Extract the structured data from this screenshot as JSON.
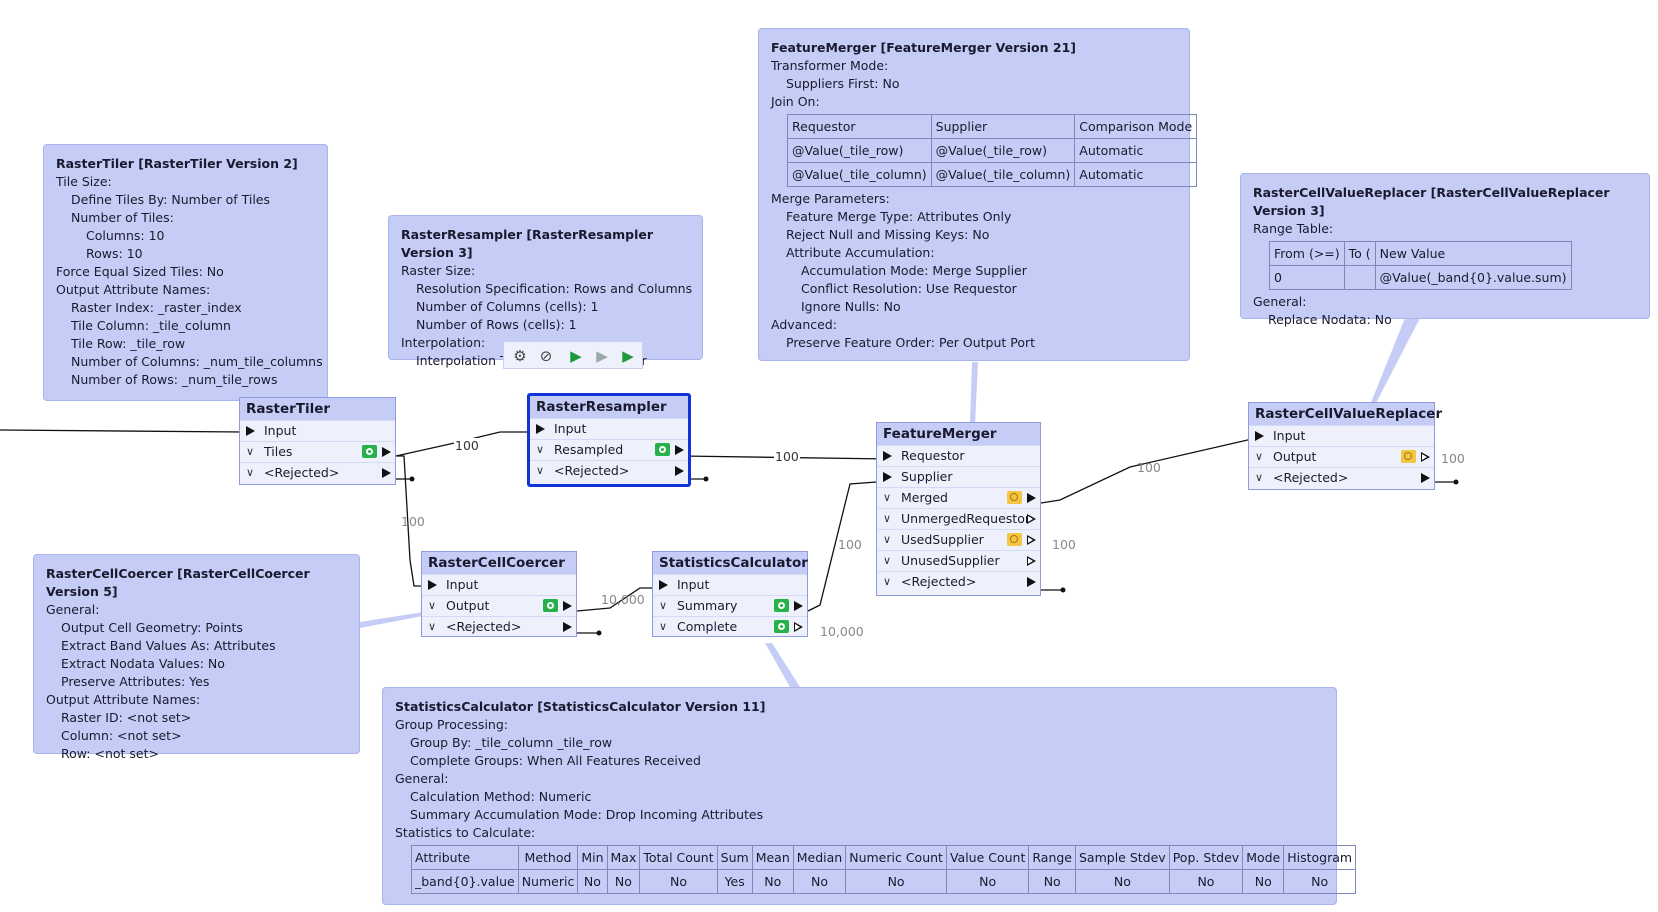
{
  "annotations": {
    "raster_tiler": {
      "title": "RasterTiler [RasterTiler Version 2]",
      "lines": [
        "Tile Size:",
        "Define Tiles By: Number of Tiles",
        "Number of Tiles:",
        "Columns: 10",
        "Rows: 10",
        "Force Equal Sized Tiles: No",
        "Output Attribute Names:",
        "Raster Index: _raster_index",
        "Tile Column: _tile_column",
        "Tile Row: _tile_row",
        "Number of Columns: _num_tile_columns",
        "Number of Rows: _num_tile_rows"
      ]
    },
    "raster_resampler": {
      "title": "RasterResampler [RasterResampler Version 3]",
      "lines": [
        "Raster Size:",
        "Resolution Specification: Rows and Columns",
        "Number of Columns (cells): 1",
        "Number of Rows (cells): 1",
        "Interpolation:",
        "Interpolation Type: Nearest Neighbor"
      ]
    },
    "feature_merger": {
      "title": "FeatureMerger [FeatureMerger Version 21]",
      "lines_top": [
        "Transformer Mode:",
        "Suppliers First: No",
        "Join On:"
      ],
      "table": {
        "headers": [
          "Requestor",
          "Supplier",
          "Comparison Mode"
        ],
        "rows": [
          [
            "@Value(_tile_row)",
            "@Value(_tile_row)",
            "Automatic"
          ],
          [
            "@Value(_tile_column)",
            "@Value(_tile_column)",
            "Automatic"
          ]
        ]
      },
      "lines_bottom": [
        "Merge Parameters:",
        "Feature Merge Type: Attributes Only",
        "Reject Null and Missing Keys: No",
        "Attribute Accumulation:",
        "Accumulation Mode: Merge Supplier",
        "Conflict Resolution: Use Requestor",
        "Ignore Nulls: No",
        "Advanced:",
        "Preserve Feature Order: Per Output Port"
      ]
    },
    "raster_cell_value_replacer": {
      "title": "RasterCellValueReplacer [RasterCellValueReplacer Version 3]",
      "line_top": "Range Table:",
      "table": {
        "headers": [
          "From (>=)",
          "To (",
          "New Value"
        ],
        "rows": [
          [
            "0",
            "",
            "@Value(_band{0}.value.sum)"
          ]
        ]
      },
      "lines_bottom": [
        "General:",
        "Replace Nodata: No"
      ]
    },
    "raster_cell_coercer": {
      "title": "RasterCellCoercer [RasterCellCoercer Version 5]",
      "lines": [
        "General:",
        "Output Cell Geometry: Points",
        "Extract Band Values As: Attributes",
        "Extract Nodata Values: No",
        "Preserve Attributes: Yes",
        "Output Attribute Names:",
        "Raster ID: <not set>",
        "Column: <not set>",
        "Row: <not set>"
      ]
    },
    "statistics_calculator": {
      "title": "StatisticsCalculator [StatisticsCalculator Version 11]",
      "lines": [
        "Group Processing:",
        "Group By: _tile_column _tile_row",
        "Complete Groups: When All Features Received",
        "General:",
        "Calculation Method: Numeric",
        "Summary Accumulation Mode: Drop Incoming Attributes",
        "Statistics to Calculate:"
      ],
      "table": {
        "headers": [
          "Attribute",
          "Method",
          "Min",
          "Max",
          "Total Count",
          "Sum",
          "Mean",
          "Median",
          "Numeric Count",
          "Value Count",
          "Range",
          "Sample Stdev",
          "Pop. Stdev",
          "Mode",
          "Histogram"
        ],
        "rows": [
          [
            "_band{0}.value",
            "Numeric",
            "No",
            "No",
            "No",
            "Yes",
            "No",
            "No",
            "No",
            "No",
            "No",
            "No",
            "No",
            "No",
            "No"
          ]
        ]
      }
    }
  },
  "transformers": {
    "raster_tiler": {
      "name": "RasterTiler",
      "input": "Input",
      "out1": "Tiles",
      "out2": "<Rejected>"
    },
    "raster_resampler": {
      "name": "RasterResampler",
      "input": "Input",
      "out1": "Resampled",
      "out2": "<Rejected>"
    },
    "raster_cell_coercer": {
      "name": "RasterCellCoercer",
      "input": "Input",
      "out1": "Output",
      "out2": "<Rejected>"
    },
    "statistics_calculator": {
      "name": "StatisticsCalculator",
      "input": "Input",
      "out1": "Summary",
      "out2": "Complete"
    },
    "feature_merger": {
      "name": "FeatureMerger",
      "in1": "Requestor",
      "in2": "Supplier",
      "outs": [
        "Merged",
        "UnmergedRequestor",
        "UsedSupplier",
        "UnusedSupplier",
        "<Rejected>"
      ]
    },
    "raster_cell_value_replacer": {
      "name": "RasterCellValueReplacer",
      "input": "Input",
      "out1": "Output",
      "out2": "<Rejected>"
    }
  },
  "counts": {
    "tiler_to_resampler": "100",
    "tiler_to_coercer": "100",
    "resampler_to_merger": "100",
    "coercer_output": "10,000",
    "stats_to_merger": "100",
    "stats_complete": "10,000",
    "merger_to_replacer": "100",
    "used_supplier": "100",
    "replacer_output": "100"
  },
  "toolbar": {
    "icons": [
      "gear-icon",
      "disable-icon",
      "run-icon",
      "run-to-icon",
      "run-from-icon"
    ]
  }
}
